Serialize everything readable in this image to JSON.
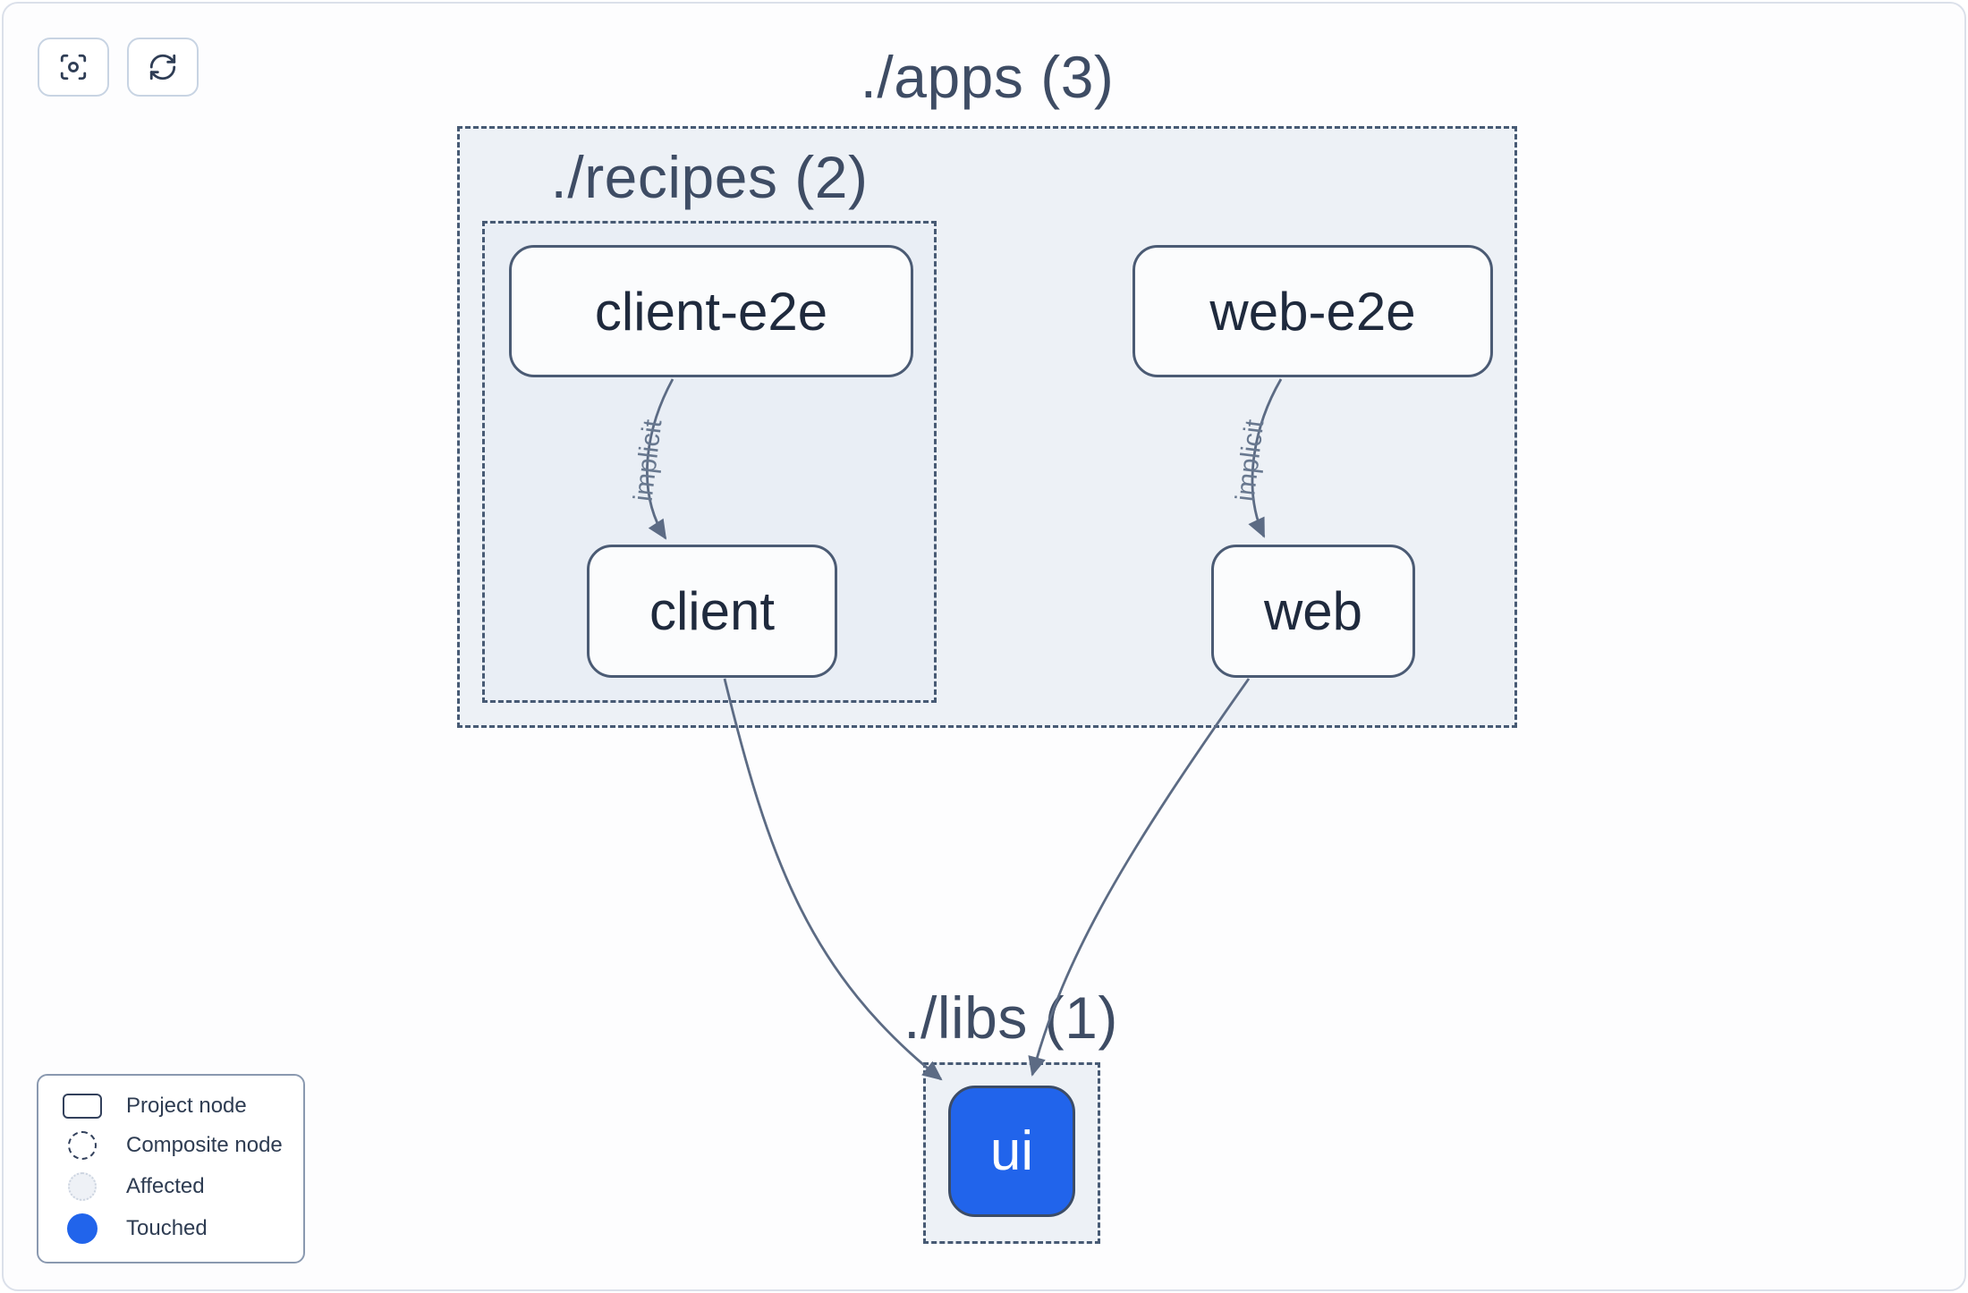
{
  "toolbar": {
    "buttons": [
      {
        "name": "focus-button",
        "icon": "focus-icon"
      },
      {
        "name": "refresh-button",
        "icon": "refresh-icon"
      }
    ]
  },
  "graph": {
    "groups": {
      "apps": {
        "label": "./apps (3)"
      },
      "recipes": {
        "label": "./recipes (2)"
      },
      "libs": {
        "label": "./libs (1)"
      }
    },
    "nodes": {
      "client_e2e": {
        "label": "client-e2e",
        "state": "project"
      },
      "web_e2e": {
        "label": "web-e2e",
        "state": "project"
      },
      "client": {
        "label": "client",
        "state": "project"
      },
      "web": {
        "label": "web",
        "state": "project"
      },
      "ui": {
        "label": "ui",
        "state": "touched"
      }
    },
    "edges": [
      {
        "from": "client-e2e",
        "to": "client",
        "label": "implicit",
        "type": "implicit"
      },
      {
        "from": "web-e2e",
        "to": "web",
        "label": "implicit",
        "type": "implicit"
      },
      {
        "from": "client",
        "to": "ui",
        "label": "",
        "type": "static"
      },
      {
        "from": "web",
        "to": "ui",
        "label": "",
        "type": "static"
      }
    ]
  },
  "legend": {
    "items": [
      {
        "swatch": "project-node-swatch",
        "label": "Project node"
      },
      {
        "swatch": "composite-node-swatch",
        "label": "Composite node"
      },
      {
        "swatch": "affected-swatch",
        "label": "Affected"
      },
      {
        "swatch": "touched-swatch",
        "label": "Touched"
      }
    ]
  },
  "colors": {
    "touched_blue": "#2164eb",
    "container_fill": "#edf1f6",
    "dashed_border": "#475a74",
    "node_border": "#4b5b74",
    "edge": "#5c6b84",
    "text_dark": "#1f2a3d",
    "group_label": "#3e4c64"
  }
}
